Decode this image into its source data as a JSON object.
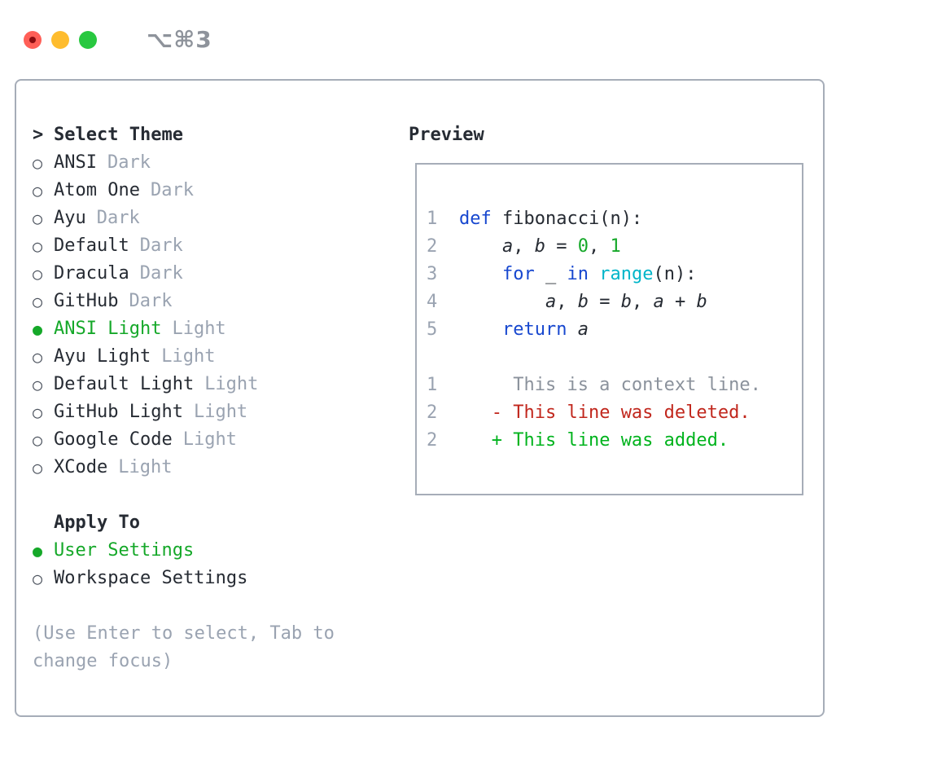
{
  "window": {
    "shortcut_label": "⌥⌘3",
    "traffic_lights": [
      "close",
      "minimize",
      "zoom"
    ]
  },
  "theme_selector": {
    "prompt": ">",
    "title": "Select Theme",
    "themes": [
      {
        "name": "ANSI",
        "variant": "Dark",
        "selected": false
      },
      {
        "name": "Atom One",
        "variant": "Dark",
        "selected": false
      },
      {
        "name": "Ayu",
        "variant": "Dark",
        "selected": false
      },
      {
        "name": "Default",
        "variant": "Dark",
        "selected": false
      },
      {
        "name": "Dracula",
        "variant": "Dark",
        "selected": false
      },
      {
        "name": "GitHub",
        "variant": "Dark",
        "selected": false
      },
      {
        "name": "ANSI Light",
        "variant": "Light",
        "selected": true
      },
      {
        "name": "Ayu Light",
        "variant": "Light",
        "selected": false
      },
      {
        "name": "Default Light",
        "variant": "Light",
        "selected": false
      },
      {
        "name": "GitHub Light",
        "variant": "Light",
        "selected": false
      },
      {
        "name": "Google Code",
        "variant": "Light",
        "selected": false
      },
      {
        "name": "XCode",
        "variant": "Light",
        "selected": false
      }
    ],
    "apply_to": {
      "title": "Apply To",
      "options": [
        {
          "label": "User Settings",
          "selected": true
        },
        {
          "label": "Workspace Settings",
          "selected": false
        }
      ]
    },
    "hint": "(Use Enter to select, Tab to change focus)"
  },
  "preview": {
    "title": "Preview",
    "code_lines": [
      {
        "num": "1",
        "tokens": [
          [
            "def",
            "kw"
          ],
          [
            " fibonacci(n):",
            "pl"
          ]
        ]
      },
      {
        "num": "2",
        "tokens": [
          [
            "    ",
            "pl"
          ],
          [
            "a",
            "var"
          ],
          [
            ", ",
            "pl"
          ],
          [
            "b",
            "var"
          ],
          [
            " = ",
            "pl"
          ],
          [
            "0",
            "num"
          ],
          [
            ", ",
            "pl"
          ],
          [
            "1",
            "num"
          ]
        ]
      },
      {
        "num": "3",
        "tokens": [
          [
            "    ",
            "pl"
          ],
          [
            "for",
            "kw"
          ],
          [
            " _ ",
            "pl"
          ],
          [
            "in",
            "kw"
          ],
          [
            " ",
            "pl"
          ],
          [
            "range",
            "fn"
          ],
          [
            "(n):",
            "pl"
          ]
        ]
      },
      {
        "num": "4",
        "tokens": [
          [
            "        ",
            "pl"
          ],
          [
            "a",
            "var"
          ],
          [
            ", ",
            "pl"
          ],
          [
            "b",
            "var"
          ],
          [
            " = ",
            "pl"
          ],
          [
            "b",
            "var"
          ],
          [
            ", ",
            "pl"
          ],
          [
            "a",
            "var"
          ],
          [
            " + ",
            "pl"
          ],
          [
            "b",
            "var"
          ]
        ]
      },
      {
        "num": "5",
        "tokens": [
          [
            "    ",
            "pl"
          ],
          [
            "return",
            "kw"
          ],
          [
            " ",
            "pl"
          ],
          [
            "a",
            "var"
          ]
        ]
      }
    ],
    "diff_lines": [
      {
        "num": "1",
        "tokens": [
          [
            "     This is a context line.",
            "ctx"
          ]
        ]
      },
      {
        "num": "2",
        "tokens": [
          [
            "   ",
            "pl"
          ],
          [
            "- This line was deleted.",
            "del"
          ]
        ]
      },
      {
        "num": "2",
        "tokens": [
          [
            "   ",
            "pl"
          ],
          [
            "+ This line was added.",
            "add"
          ]
        ]
      }
    ]
  },
  "colors": {
    "text": "#262b33",
    "muted": "#9aa3b1",
    "context": "#8b929c",
    "keyword": "#1747cf",
    "function": "#00b5c9",
    "number_literal": "#15a829",
    "selected_green": "#15a829",
    "added": "#00b31d",
    "deleted": "#c1271d",
    "border": "#a6adb8",
    "traffic_red": "#ff5f57",
    "traffic_red_dot": "#8c0d10",
    "traffic_yellow": "#febc2e",
    "traffic_green": "#28c840",
    "shortcut_text": "#8e939b"
  }
}
